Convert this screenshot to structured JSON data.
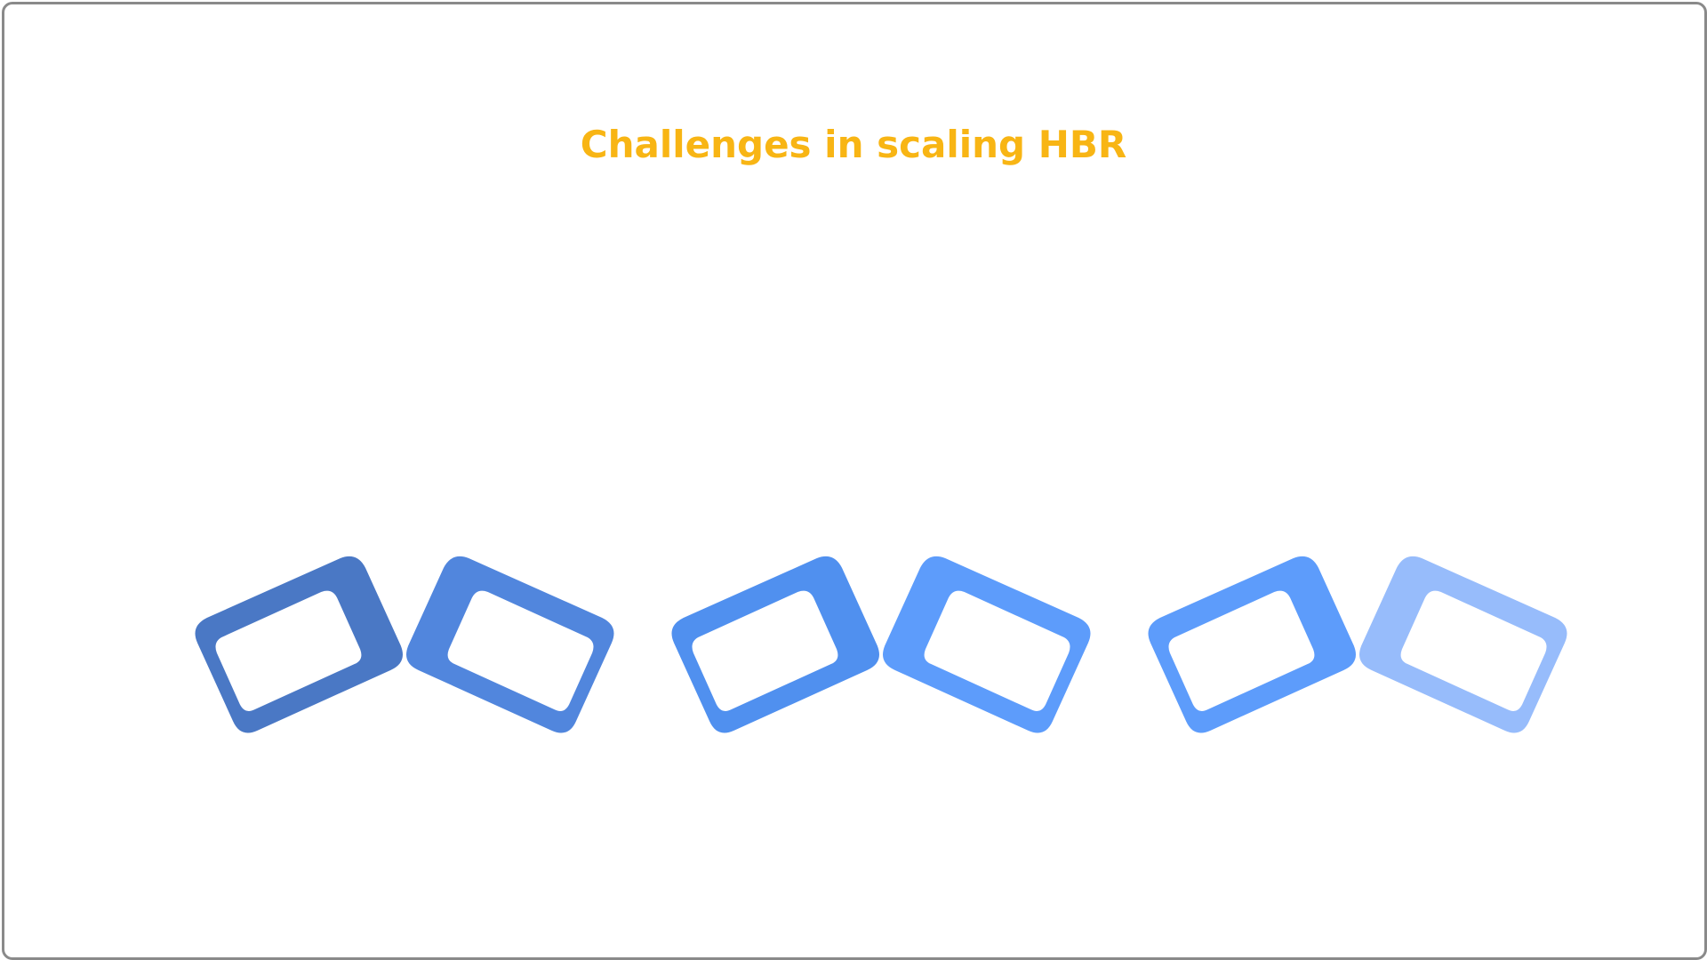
{
  "slide": {
    "title": "Challenges in scaling HBR"
  },
  "diagram": {
    "type": "chain-links",
    "link_count": 6,
    "colors": [
      "#4A78C5",
      "#5186DD",
      "#5090EF",
      "#5D9CFB",
      "#5D9CFB",
      "#97BCFB"
    ],
    "link_border_color": "#ffffff"
  }
}
